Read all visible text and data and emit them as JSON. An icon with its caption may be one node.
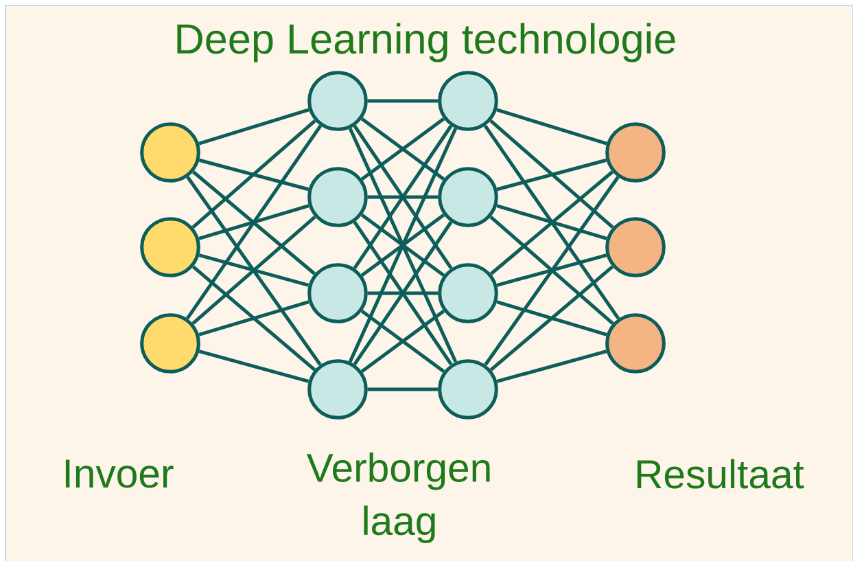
{
  "diagram": {
    "title": "Deep Learning technologie",
    "nodes": [
      {
        "text": [],
        "shape": "circle"
      },
      {
        "text": [],
        "shape": "circle"
      },
      {
        "text": [],
        "shape": "circle"
      },
      {
        "text": [],
        "shape": "circle"
      },
      {
        "text": [],
        "shape": "circle"
      },
      {
        "text": [],
        "shape": "circle"
      },
      {
        "text": [],
        "shape": "circle"
      },
      {
        "text": [],
        "shape": "circle"
      },
      {
        "text": [],
        "shape": "circle"
      },
      {
        "text": [],
        "shape": "circle"
      },
      {
        "text": [],
        "shape": "circle"
      },
      {
        "text": [],
        "shape": "circle"
      },
      {
        "text": [],
        "shape": "circle"
      },
      {
        "text": [],
        "shape": "circle"
      }
    ],
    "edges": [
      {
        "from": 0,
        "to": 3,
        "arrow": "none"
      },
      {
        "from": 0,
        "to": 4,
        "arrow": "none"
      },
      {
        "from": 0,
        "to": 5,
        "arrow": "none"
      },
      {
        "from": 0,
        "to": 6,
        "arrow": "none"
      },
      {
        "from": 1,
        "to": 3,
        "arrow": "none"
      },
      {
        "from": 1,
        "to": 4,
        "arrow": "none"
      },
      {
        "from": 1,
        "to": 5,
        "arrow": "none"
      },
      {
        "from": 1,
        "to": 6,
        "arrow": "none"
      },
      {
        "from": 2,
        "to": 3,
        "arrow": "none"
      },
      {
        "from": 2,
        "to": 4,
        "arrow": "none"
      },
      {
        "from": 2,
        "to": 5,
        "arrow": "none"
      },
      {
        "from": 2,
        "to": 6,
        "arrow": "none"
      },
      {
        "from": 3,
        "to": 7,
        "arrow": "none"
      },
      {
        "from": 3,
        "to": 8,
        "arrow": "none"
      },
      {
        "from": 3,
        "to": 9,
        "arrow": "none"
      },
      {
        "from": 3,
        "to": 10,
        "arrow": "none"
      },
      {
        "from": 4,
        "to": 7,
        "arrow": "none"
      },
      {
        "from": 4,
        "to": 8,
        "arrow": "none"
      },
      {
        "from": 4,
        "to": 9,
        "arrow": "none"
      },
      {
        "from": 4,
        "to": 10,
        "arrow": "none"
      },
      {
        "from": 5,
        "to": 7,
        "arrow": "none"
      },
      {
        "from": 5,
        "to": 8,
        "arrow": "none"
      },
      {
        "from": 5,
        "to": 9,
        "arrow": "none"
      },
      {
        "from": 5,
        "to": 10,
        "arrow": "none"
      },
      {
        "from": 6,
        "to": 7,
        "arrow": "none"
      },
      {
        "from": 6,
        "to": 8,
        "arrow": "none"
      },
      {
        "from": 6,
        "to": 9,
        "arrow": "none"
      },
      {
        "from": 6,
        "to": 10,
        "arrow": "none"
      },
      {
        "from": 7,
        "to": 11,
        "arrow": "none"
      },
      {
        "from": 7,
        "to": 12,
        "arrow": "none"
      },
      {
        "from": 7,
        "to": 13,
        "arrow": "none"
      },
      {
        "from": 8,
        "to": 11,
        "arrow": "none"
      },
      {
        "from": 8,
        "to": 12,
        "arrow": "none"
      },
      {
        "from": 8,
        "to": 13,
        "arrow": "none"
      },
      {
        "from": 9,
        "to": 11,
        "arrow": "none"
      },
      {
        "from": 9,
        "to": 12,
        "arrow": "none"
      },
      {
        "from": 9,
        "to": 13,
        "arrow": "none"
      },
      {
        "from": 10,
        "to": 11,
        "arrow": "none"
      },
      {
        "from": 10,
        "to": 12,
        "arrow": "none"
      },
      {
        "from": 10,
        "to": 13,
        "arrow": "none"
      }
    ],
    "labels": [
      "Invoer",
      "Verborgen laag",
      "Resultaat"
    ]
  }
}
